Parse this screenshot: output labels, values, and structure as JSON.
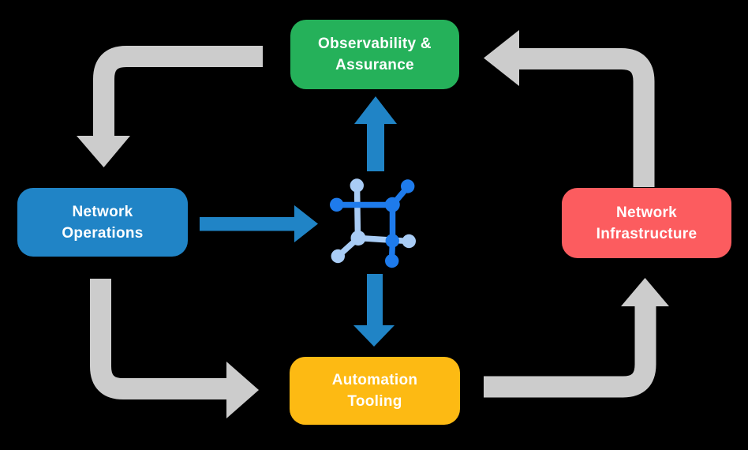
{
  "diagram": {
    "background_color": "#000000",
    "text_color": "#FFFFFF",
    "nodes": {
      "observability": {
        "line1": "Observability &",
        "line2": "Assurance",
        "color": "#25B15A"
      },
      "operations": {
        "line1": "Network",
        "line2": "Operations",
        "color": "#2084C6"
      },
      "infrastructure": {
        "line1": "Network",
        "line2": "Infrastructure",
        "color": "#FC5C5F"
      },
      "automation": {
        "line1": "Automation",
        "line2": "Tooling",
        "color": "#FDBA13"
      }
    },
    "center_icon": {
      "name": "network-automation-icon",
      "dark_blue": "#1E7BEC",
      "light_blue": "#A9CCF5"
    },
    "arrows": {
      "gray_color": "#CCCCCC",
      "blue_color": "#2084C6",
      "gray_flows": [
        {
          "from": "Observability & Assurance",
          "to": "Network Operations"
        },
        {
          "from": "Network Operations",
          "to": "Automation Tooling"
        },
        {
          "from": "Automation Tooling",
          "to": "Network Infrastructure"
        },
        {
          "from": "Network Infrastructure",
          "to": "Observability & Assurance"
        }
      ],
      "blue_flows": [
        {
          "from": "Network Operations",
          "to": "center-icon"
        },
        {
          "from": "center-icon",
          "to": "Observability & Assurance"
        },
        {
          "from": "center-icon",
          "to": "Automation Tooling"
        }
      ]
    }
  }
}
